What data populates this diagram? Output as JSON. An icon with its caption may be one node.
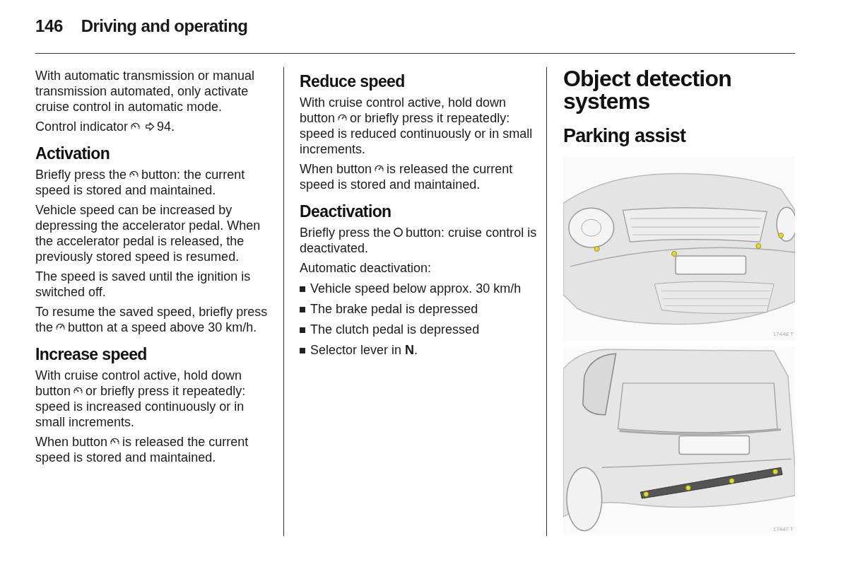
{
  "diagram": {
    "title": "Driving and operating",
    "labels": [
      "146",
      "With automatic transmission or manual transmission automated, only activate cruise control in automatic mode.",
      "Control indicator",
      "94.",
      "Activation",
      "Briefly press the",
      "button: the current speed is stored and maintained.",
      "Vehicle speed can be increased by depressing the accelerator pedal. When the accelerator pedal is released, the previously stored speed is resumed.",
      "The speed is saved until the ignition is switched off.",
      "To resume the saved speed, briefly press the",
      "button at a speed above 30 km/h.",
      "Increase speed",
      "With cruise control active, hold down button",
      "or briefly press it repeatedly: speed is increased continuously or in small increments.",
      "When button",
      "is released the current speed is stored and maintained.",
      "Reduce speed",
      "With cruise control active, hold down button",
      "or briefly press it repeatedly: speed is reduced continuously or in small increments.",
      "When button",
      "is released the current speed is stored and maintained.",
      "Deactivation",
      "Briefly press the",
      "button: cruise control is deactivated.",
      "Automatic deactivation:",
      "Vehicle speed below approx. 30 km/h",
      "The brake pedal is depressed",
      "The clutch pedal is depressed",
      "Selector lever in **N**.",
      "Object detection systems",
      "Parking assist",
      "17448 T",
      "17447 T"
    ]
  }
}
